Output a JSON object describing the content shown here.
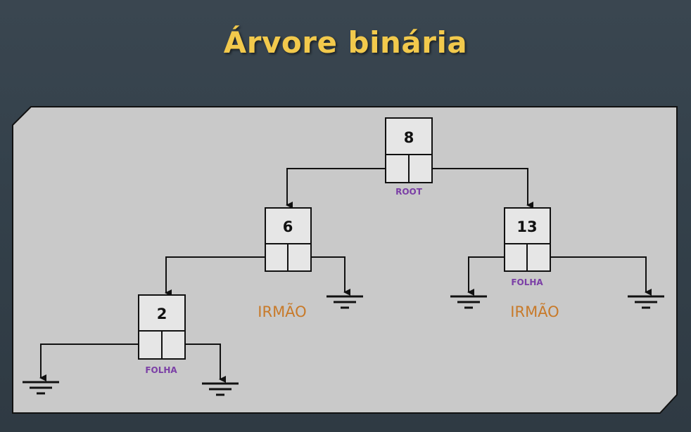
{
  "title": "Árvore binária",
  "nodes": {
    "root": {
      "value": "8",
      "label": "ROOT"
    },
    "n6": {
      "value": "6"
    },
    "n13": {
      "value": "13",
      "label": "FOLHA"
    },
    "n2": {
      "value": "2",
      "label": "FOLHA"
    }
  },
  "sibling_labels": [
    "IRMÃO",
    "IRMÃO"
  ],
  "colors": {
    "title": "#f2c94c",
    "panel": "#c9c9c9",
    "node_fill": "#e6e6e6",
    "node_label": "#7b3fa6",
    "sibling_label": "#c87a2a"
  }
}
